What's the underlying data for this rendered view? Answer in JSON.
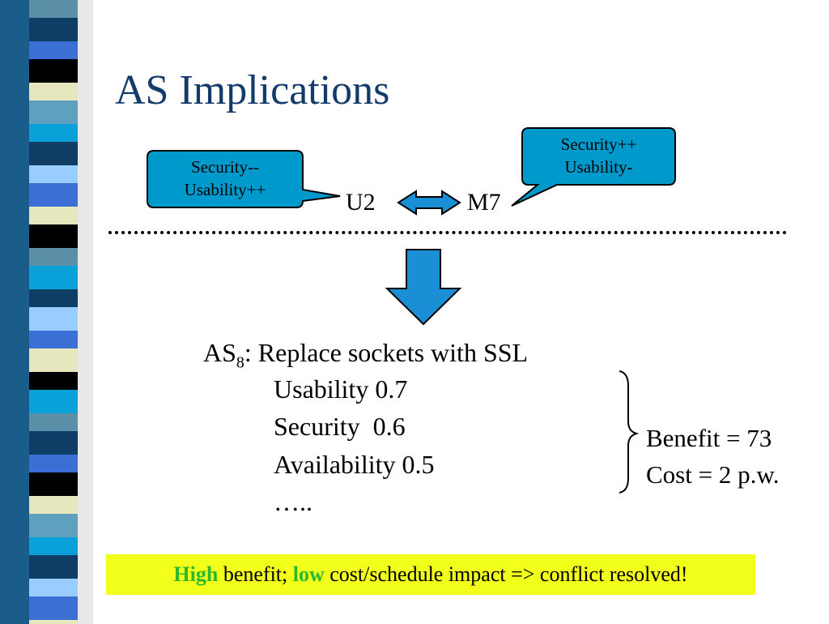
{
  "slide": {
    "title": "AS Implications",
    "callout_left": {
      "line1": "Security--",
      "line2": "Usability++"
    },
    "callout_right": {
      "line1": "Security++",
      "line2": "Usability-"
    },
    "node_left": "U2",
    "node_right": "M7",
    "as_label": "AS",
    "as_subscript": "8",
    "as_text": ": Replace sockets with SSL",
    "attributes": [
      "Usability 0.7",
      "Security  0.6",
      "Availability 0.5",
      "….."
    ],
    "benefit": "Benefit = 73",
    "cost": "Cost = 2 p.w.",
    "banner": {
      "word1": "High",
      "text1": " benefit; ",
      "word2": "low",
      "text2": " cost/schedule impact => conflict resolved!"
    }
  },
  "colors": {
    "title": "#133a6b",
    "callout_fill": "#0099cc",
    "arrow_fill": "#1a8fd6",
    "banner_bg": "#f2ff1a",
    "highlight_word": "#2db82d"
  }
}
